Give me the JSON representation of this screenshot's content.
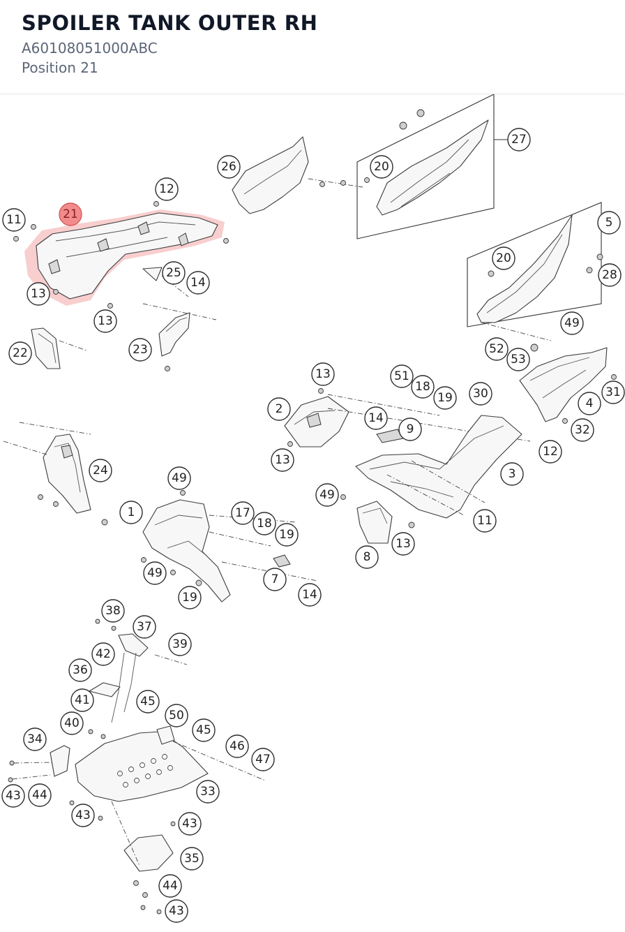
{
  "header": {
    "title": "SPOILER TANK OUTER RH",
    "part_number": "A60108051000ABC",
    "position": "Position 21"
  },
  "colors": {
    "highlight": "#f28b8b",
    "title": "#111827",
    "subtitle": "#5c6677"
  },
  "diagram": {
    "selected": "21",
    "callouts": [
      "27",
      "26",
      "20",
      "12",
      "21",
      "11",
      "5",
      "20",
      "28",
      "25",
      "14",
      "13",
      "13",
      "22",
      "23",
      "49",
      "52",
      "53",
      "31",
      "4",
      "32",
      "13",
      "51",
      "18",
      "19",
      "30",
      "2",
      "14",
      "9",
      "12",
      "13",
      "3",
      "24",
      "49",
      "1",
      "17",
      "18",
      "19",
      "49",
      "11",
      "13",
      "49",
      "7",
      "8",
      "19",
      "14",
      "38",
      "37",
      "39",
      "42",
      "36",
      "41",
      "40",
      "45",
      "50",
      "45",
      "46",
      "47",
      "34",
      "33",
      "43",
      "44",
      "43",
      "43",
      "35",
      "44",
      "43"
    ]
  }
}
